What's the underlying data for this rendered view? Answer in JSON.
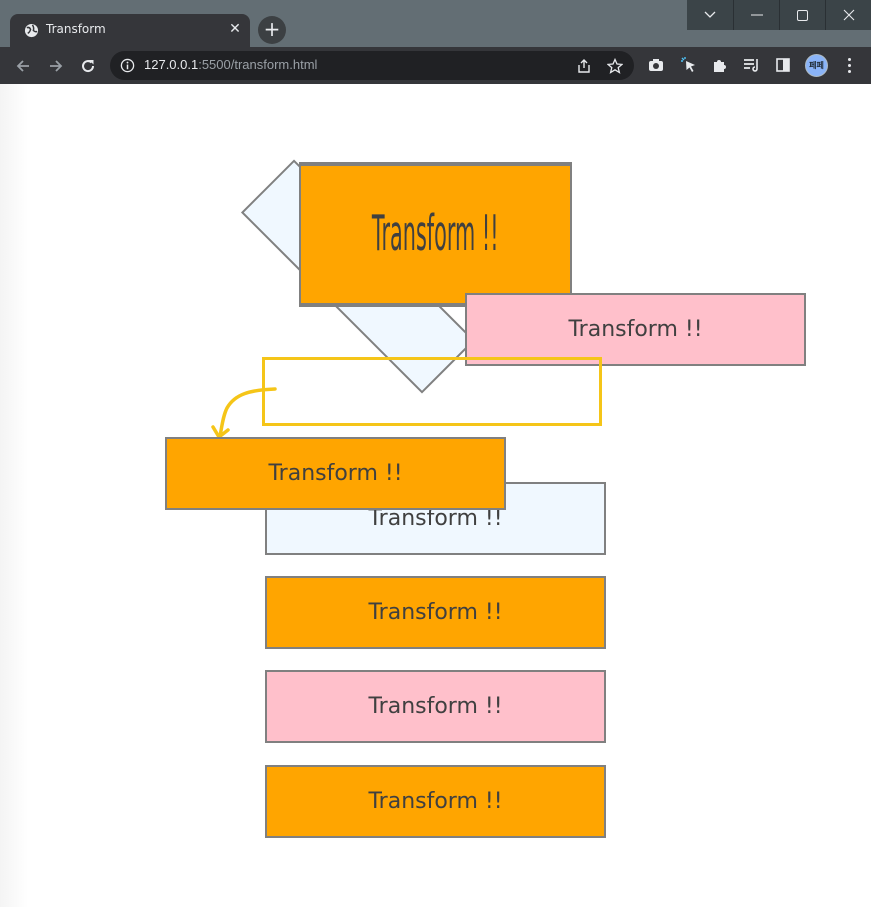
{
  "browser": {
    "tab_title": "Transform",
    "tab_close": "✕",
    "new_tab": "+",
    "url_host": "127.0.0.1",
    "url_rest": ":5500/transform.html",
    "profile_initials": "페페"
  },
  "page": {
    "boxes": [
      {
        "label": "Transform !!"
      },
      {
        "label": "Transform !!"
      },
      {
        "label": "Transform !!"
      },
      {
        "label": "Transform !!"
      },
      {
        "label": "Transform !!"
      },
      {
        "label": "Transform !!"
      },
      {
        "label": "Transform !!"
      }
    ]
  },
  "colors": {
    "orange": "#ffa500",
    "pink": "#ffc0cb",
    "aliceblue": "#f0f8ff",
    "annotation": "#f5c518"
  }
}
